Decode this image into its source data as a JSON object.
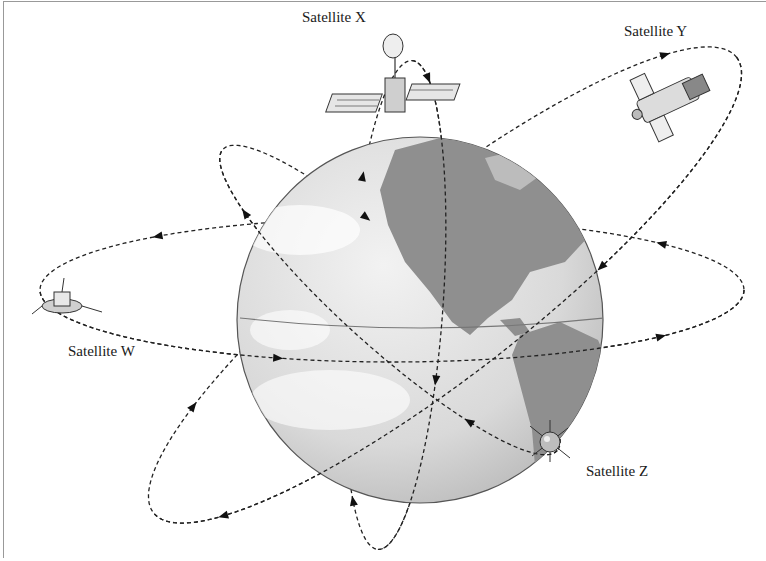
{
  "diagram": {
    "labels": [
      "Satellite X",
      "Satellite Y",
      "Satellite W",
      "Satellite Z"
    ]
  }
}
